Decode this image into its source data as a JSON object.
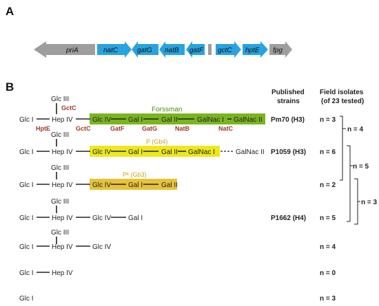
{
  "panel_a": {
    "label": "A",
    "genes": [
      {
        "name": "priA",
        "color": "#9e9e9e"
      },
      {
        "name": "natC",
        "color": "#29a3e0"
      },
      {
        "name": "gatG",
        "color": "#29a3e0"
      },
      {
        "name": "natB",
        "color": "#29a3e0"
      },
      {
        "name": "gatF",
        "color": "#29a3e0"
      },
      {
        "name": "gctC",
        "color": "#29a3e0"
      },
      {
        "name": "hptE",
        "color": "#29a3e0"
      },
      {
        "name": "fpg",
        "color": "#9e9e9e"
      }
    ]
  },
  "panel_b": {
    "label": "B",
    "header_published": [
      "Published",
      "strains"
    ],
    "header_field": [
      "Field isolates",
      "(of 23 tested)"
    ],
    "rows": [
      {
        "branch": "Glc III",
        "core": [
          "Glc I",
          "Hep IV"
        ],
        "extension": [
          "Glc IV",
          "Gal I",
          "Gal II",
          "GalNac I",
          "GalNac II"
        ],
        "box_label": "Forssman",
        "strain": "Pm70 (H3)",
        "count": "n = 3",
        "enzymes": [
          "GctC",
          "HptE",
          "GctC",
          "GatF",
          "GatG",
          "NatB",
          "NatC"
        ]
      },
      {
        "branch": "Glc III",
        "core": [
          "Glc I",
          "Hep IV"
        ],
        "extension": [
          "Glc IV",
          "Gal I",
          "Gal II",
          "GalNac I"
        ],
        "dashed_tail": "GalNac II",
        "box_label": "P (Gb4)",
        "strain": "P1059 (H3)",
        "count": "n = 6"
      },
      {
        "branch": "Glc III",
        "core": [
          "Glc I",
          "Hep IV"
        ],
        "extension": [
          "Glc IV",
          "Gal I",
          "Gal II"
        ],
        "box_label": "Pᵏ (Gb3)",
        "strain": "",
        "count": "n = 2"
      },
      {
        "branch": "Glc III",
        "core": [
          "Glc I",
          "Hep IV"
        ],
        "extension": [
          "Glc IV",
          "Gal I"
        ],
        "strain": "P1662 (H4)",
        "count": "n = 5"
      },
      {
        "branch": "Glc III",
        "core": [
          "Glc I",
          "Hep IV"
        ],
        "extension": [
          "Glc IV"
        ],
        "strain": "",
        "count": "n = 4"
      },
      {
        "branch": "",
        "core": [
          "Glc I",
          "Hep IV"
        ],
        "extension": [],
        "strain": "",
        "count": "n = 0"
      },
      {
        "branch": "",
        "core": [
          "Glc I"
        ],
        "extension": [],
        "strain": "",
        "count": "n = 3"
      }
    ],
    "brackets": [
      "n = 4",
      "n = 5",
      "n = 3"
    ]
  },
  "colors": {
    "forssman_box": "#7ab520",
    "p_box": "#ece81c",
    "pk_box": "#e7c23a",
    "enzyme_text": "#9b3a20"
  }
}
